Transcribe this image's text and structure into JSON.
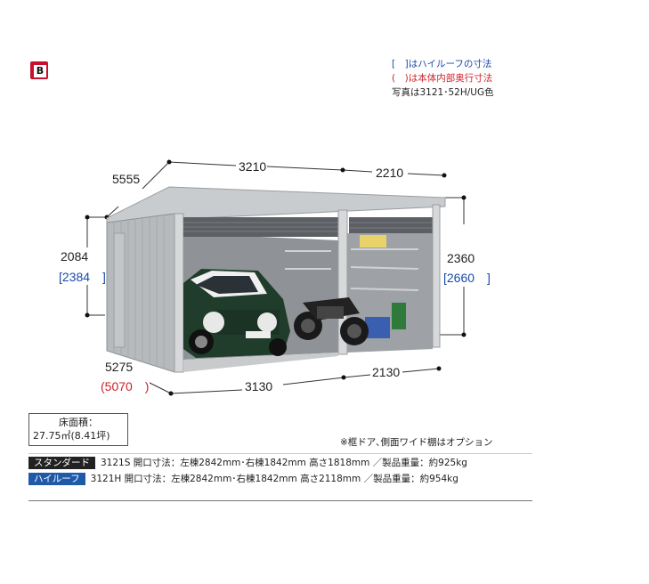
{
  "badge": {
    "letter": "B",
    "color": "#c8102e"
  },
  "legend": {
    "line1": "[　]はハイルーフの寸法",
    "line2": "(　)は本体内部奥行寸法",
    "line3": "写真は3121･52H/UG色"
  },
  "dimensions": {
    "top_depth": "5555",
    "top_width_left": "3210",
    "top_width_right": "2210",
    "front_height": "2084",
    "front_height_high": "[2384　]",
    "back_height": "2360",
    "back_height_high": "[2660　]",
    "bottom_depth": "5275",
    "bottom_depth_inner": "(5070　)",
    "bottom_width_left": "3130",
    "bottom_width_right": "2130"
  },
  "floor_area": {
    "label": "床面積：",
    "value": "27.75㎡(8.41坪)"
  },
  "note": "※框ドア､側面ワイド棚はオプション",
  "specs": [
    {
      "tag": "スタンダード",
      "text": "3121S  開口寸法：左棟2842mm･右棟1842mm  高さ1818mm  ／製品重量：約925kg"
    },
    {
      "tag": "ハイルーフ",
      "text": "3121H  開口寸法：左棟2842mm･右棟1842mm  高さ2118mm  ／製品重量：約954kg"
    }
  ],
  "colors": {
    "accent_red": "#d0202a",
    "accent_blue": "#1a4aa8",
    "shed_gray": "#b9bcbf"
  }
}
